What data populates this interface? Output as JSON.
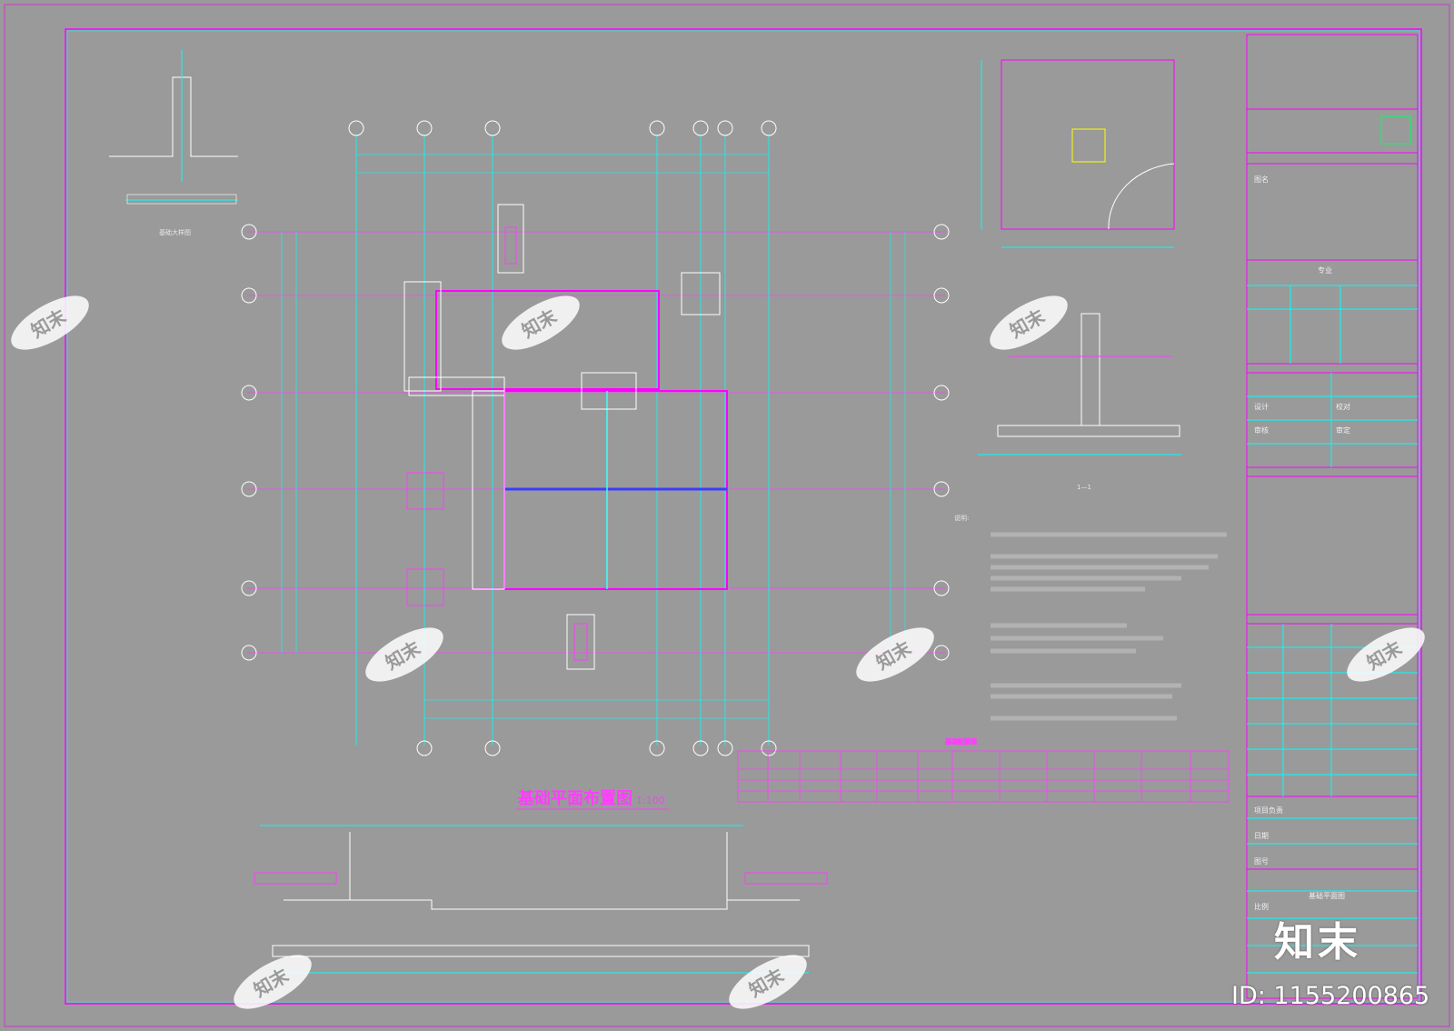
{
  "drawing": {
    "plan_title": "基础平面布置图",
    "plan_scale": "1:100",
    "section_label": "1—1",
    "notes_heading": "说明:",
    "table_heading": "基础配筋表",
    "foundation_label": "基础大样图"
  },
  "title_block": {
    "drawing_name": "基础平面图",
    "block_labels": [
      "图名",
      "专业",
      "设计",
      "校对",
      "审核",
      "审定",
      "项目负责",
      "日期",
      "图号",
      "比例"
    ]
  },
  "watermark": {
    "stamp_text": "知末",
    "brand": "知末",
    "image_id": "ID: 1155200865"
  },
  "colors": {
    "background": "#9a9a9a",
    "axis_line": "#ff3cff",
    "dimension": "#00ffff",
    "frame": "#ff00ff",
    "text": "#ffffff"
  }
}
